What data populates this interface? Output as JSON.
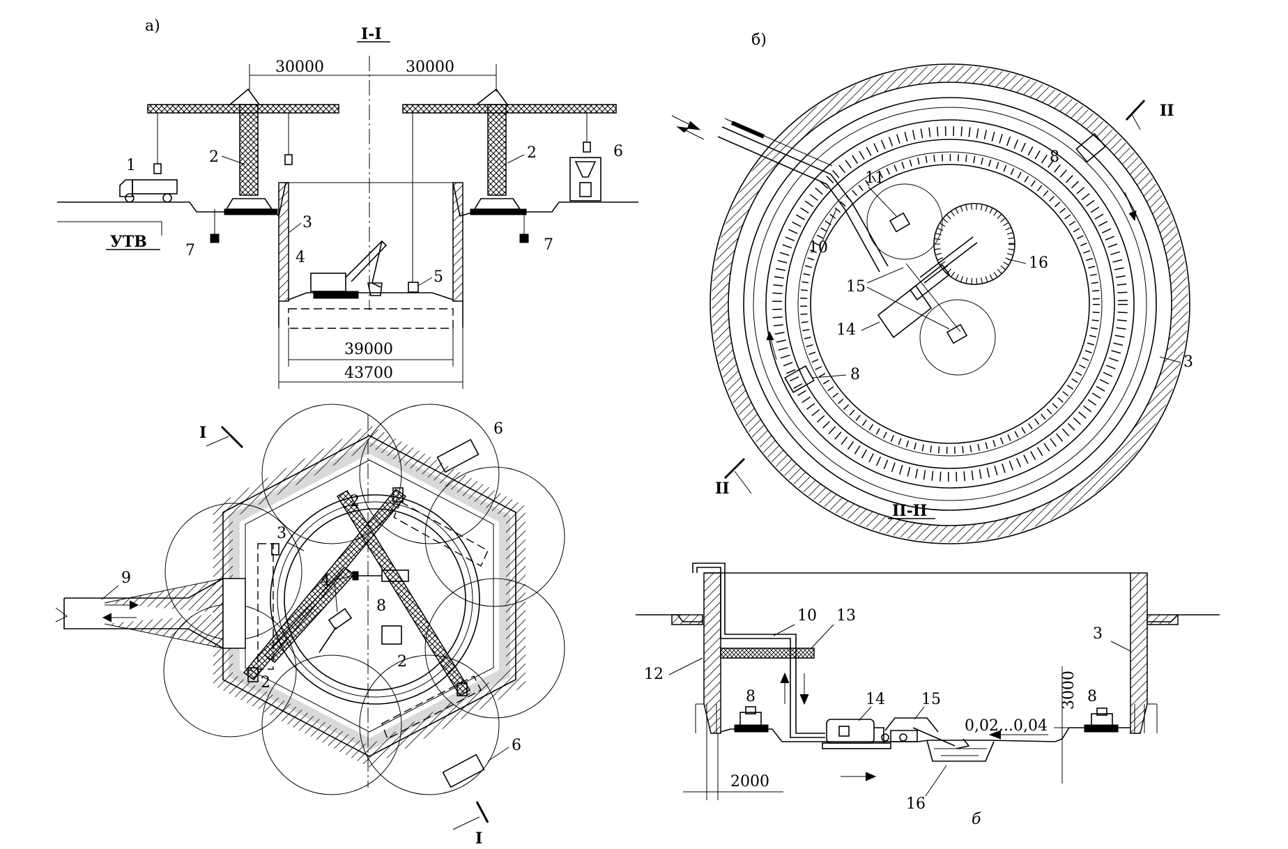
{
  "views": {
    "a_label": "а)",
    "b_label": "б)",
    "section_1": "I-I",
    "section_2": "II-II",
    "bottom_label": "б"
  },
  "dimensions": {
    "left_span": "30000",
    "right_span": "30000",
    "inner_width": "39000",
    "outer_width": "43700",
    "depth": "3000",
    "offset": "2000",
    "slope": "0,02...0,04"
  },
  "level_mark": "УТВ",
  "section_marks": {
    "one": "I",
    "two": "II"
  },
  "labels": {
    "n1": "1",
    "n2": "2",
    "n3": "3",
    "n4": "4",
    "n5": "5",
    "n6": "6",
    "n7": "7",
    "n8": "8",
    "n9": "9",
    "n10": "10",
    "n11": "11",
    "n12": "12",
    "n13": "13",
    "n14": "14",
    "n15": "15",
    "n16": "16"
  }
}
